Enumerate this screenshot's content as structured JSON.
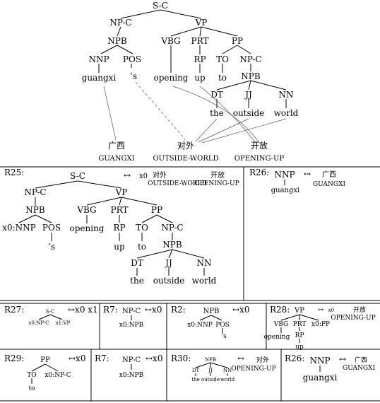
{
  "main_tree": {
    "root": "S-C",
    "np_c": "NP-C",
    "npb": "NPB",
    "nnp": "NNP",
    "pos": "POS",
    "vp": "VP",
    "vbg": "VBG",
    "prt": "PRT",
    "pp": "PP",
    "rp": "RP",
    "to": "TO",
    "np_c2": "NP-C",
    "npb2": "NPB",
    "dt": "DT",
    "jj": "JJ",
    "nn": "NN",
    "w_guangxi": "guangxi",
    "w_s": "’s",
    "w_opening": "opening",
    "w_up": "up",
    "w_to": "to",
    "w_the": "the",
    "w_outside": "outside",
    "w_world": "world",
    "zh_guangxi": "广西",
    "zh_outside_world": "对外",
    "zh_opening_up": "开放",
    "en_guangxi": "GUANGXI",
    "en_outside_world": "OUTSIDE-WORLD",
    "en_opening_up": "OPENING-UP"
  },
  "r25": {
    "label": "R25:",
    "root": "S-C",
    "arrow": "↔",
    "x0": "x0",
    "zh1": "对外",
    "zh2": "开放",
    "en1": "OUTSIDE-WORLD",
    "en2": "OPENING-UP",
    "np_c": "NP-C",
    "vp": "VP",
    "npb": "NPB",
    "vbg": "VBG",
    "prt": "PRT",
    "pp": "PP",
    "x0nnp": "x0:NNP",
    "pos": "POS",
    "w_opening": "opening",
    "rp": "RP",
    "to": "TO",
    "np_c2": "NP-C",
    "w_s": "’s",
    "w_up": "up",
    "w_to": "to",
    "npb2": "NPB",
    "dt": "DT",
    "jj": "JJ",
    "nn": "NN",
    "w_the": "the",
    "w_outside": "outside",
    "w_world": "world"
  },
  "r26a": {
    "label": "R26:",
    "nnp": "NNP",
    "arrow": "↔",
    "zh": "广西",
    "w": "guangxi",
    "en": "GUANGXI"
  },
  "r27": {
    "label": "R27:",
    "root": "S-C",
    "c1": "x0:NP-C",
    "c2": "x1:VP",
    "arrow": "↔x0 x1"
  },
  "r7a": {
    "label": "R7:",
    "root": "NP-C",
    "c1": "x0:NPB",
    "arrow": "↔x0"
  },
  "r2": {
    "label": "R2:",
    "root": "NPB",
    "c1": "x0:NNP",
    "c2": "POS",
    "w": "’s",
    "arrow": "↔x0"
  },
  "r28": {
    "label": "R28:",
    "root": "VP",
    "arrow": "↔",
    "x0": "x0",
    "zh": "开放",
    "en": "OPENING-UP",
    "c1": "VBG",
    "c2": "PRT",
    "c3": "x0:PP",
    "w1": "opening",
    "rp": "RP",
    "w2": "up"
  },
  "r29": {
    "label": "R29:",
    "root": "PP",
    "c1": "TO",
    "c2": "x0:NP-C",
    "w": "to",
    "arrow": "↔x0"
  },
  "r7b": {
    "label": "R7:",
    "root": "NP-C",
    "c1": "x0:NPB",
    "arrow": "↔x0"
  },
  "r30": {
    "label": "R30:",
    "root": "NPB",
    "c1": "DT",
    "c2": "JJ",
    "c3": "NN",
    "w1": "the",
    "w2": "outside",
    "w3": "world",
    "arrow": "↔",
    "zh": "对外",
    "en": "OPENING-UP"
  },
  "r26b": {
    "label": "R26:",
    "nnp": "NNP",
    "arrow": "↔",
    "zh": "广西",
    "w": "guangxi",
    "en": "GUANGXI"
  }
}
